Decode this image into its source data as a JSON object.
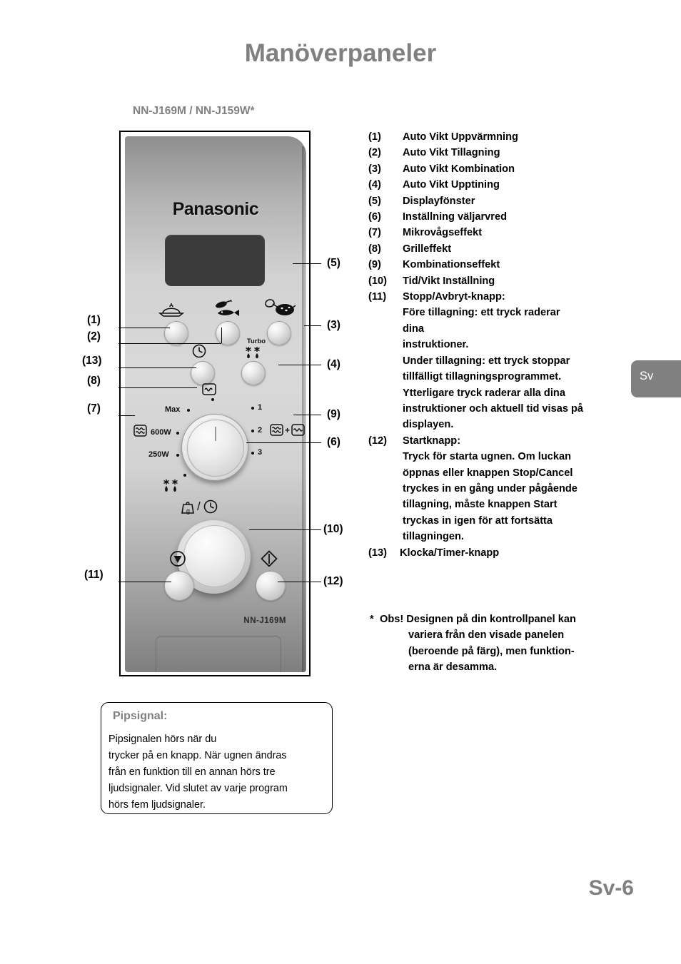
{
  "page": {
    "title": "Manöverpaneler",
    "model_heading": "NN-J169M / NN-J159W*",
    "footer": "Sv-6",
    "language_tab": "Sv"
  },
  "panel": {
    "brand": "Panasonic",
    "model_name": "NN-J169M",
    "turbo_label": "Turbo",
    "power_dial": {
      "max": "Max",
      "w600": "600W",
      "w250": "250W",
      "grill_1": "1",
      "combi_2": "2",
      "combi_3": "3",
      "combo_plus": "+"
    }
  },
  "callouts": [
    {
      "id": "1",
      "label": "(1)"
    },
    {
      "id": "2",
      "label": "(2)"
    },
    {
      "id": "3",
      "label": "(3)"
    },
    {
      "id": "4",
      "label": "(4)"
    },
    {
      "id": "5",
      "label": "(5)"
    },
    {
      "id": "6",
      "label": "(6)"
    },
    {
      "id": "7",
      "label": "(7)"
    },
    {
      "id": "8",
      "label": "(8)"
    },
    {
      "id": "9",
      "label": "(9)"
    },
    {
      "id": "10",
      "label": "(10)"
    },
    {
      "id": "11",
      "label": "(11)"
    },
    {
      "id": "12",
      "label": "(12)"
    },
    {
      "id": "13",
      "label": "(13)"
    }
  ],
  "legend": [
    {
      "num": "(1)",
      "text": "Auto Vikt Uppvärmning"
    },
    {
      "num": "(2)",
      "text": "Auto Vikt Tillagning"
    },
    {
      "num": "(3)",
      "text": "Auto Vikt Kombination"
    },
    {
      "num": "(4)",
      "text": "Auto Vikt Upptining"
    },
    {
      "num": "(5)",
      "text": "Displayfönster"
    },
    {
      "num": "(6)",
      "text": "Inställning väljarvred"
    },
    {
      "num": "(7)",
      "text": "Mikrovågseffekt"
    },
    {
      "num": "(8)",
      "text": "Grilleffekt"
    },
    {
      "num": "(9)",
      "text": "Kombinationseffekt"
    },
    {
      "num": "(10)",
      "text": "Tid/Vikt Inställning"
    },
    {
      "num": "(11)",
      "text": "Stopp/Avbryt-knapp:"
    }
  ],
  "legend_11_detail": [
    "Före tillagning: ett tryck raderar",
    "dina",
    "instruktioner.",
    "Under tillagning: ett tryck stoppar",
    "tillfälligt tillagningsprogrammet.",
    "Ytterligare tryck raderar alla dina",
    "instruktioner och aktuell tid visas på",
    "displayen."
  ],
  "legend_12": {
    "num": "(12)",
    "text": "Startknapp:"
  },
  "legend_12_detail": [
    "Tryck för starta ugnen. Om luckan",
    "öppnas eller knappen Stop/Cancel",
    "tryckes in en gång under pågående",
    "tillagning, måste knappen Start",
    "tryckas in igen för att fortsätta",
    "tillagningen."
  ],
  "legend_13": {
    "num": "(13)",
    "text": "Klocka/Timer-knapp"
  },
  "note": {
    "star": "*",
    "line1": "Obs! Designen på din kontrollpanel kan",
    "line2": "variera från den visade panelen",
    "line3": "(beroende på färg), men funktion-",
    "line4": "erna är desamma."
  },
  "beep": {
    "title": "Pipsignal:",
    "lines": [
      "Pipsignalen hörs när du",
      "trycker på en knapp.  När ugnen ändras",
      "från en funktion till en annan hörs tre",
      "ljudsignaler. Vid slutet av varje program",
      "hörs fem ljudsignaler."
    ]
  },
  "colors": {
    "title_gray": "#808080",
    "display_dark": "#3b3b3b",
    "tab_gray": "#808080"
  }
}
